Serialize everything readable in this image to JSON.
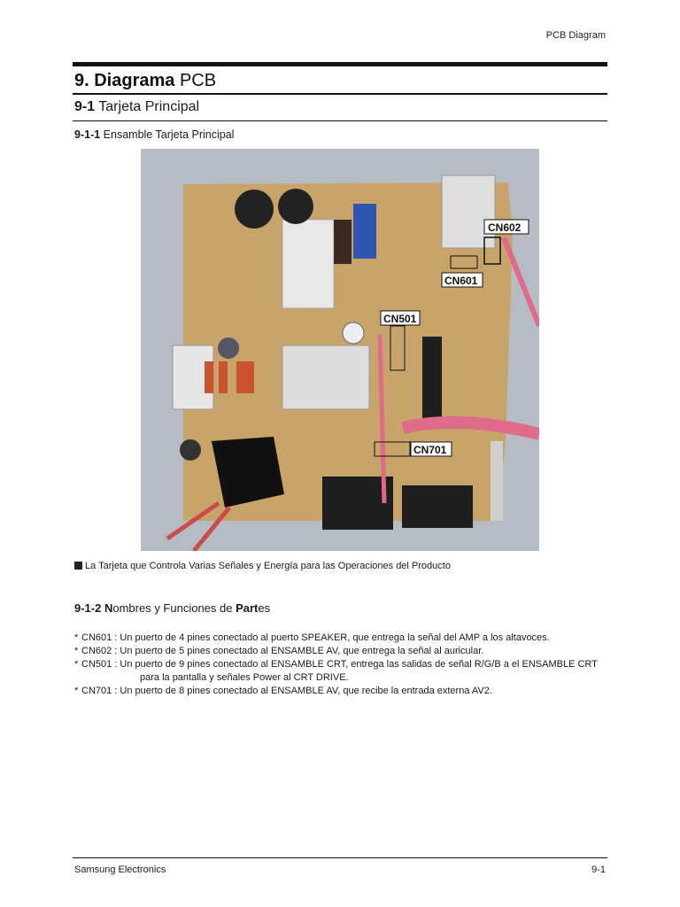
{
  "header": {
    "section_label": "PCB Diagram"
  },
  "title": {
    "num": "9. Diagram",
    "bold_tail": "a",
    "rest": " PCB"
  },
  "subsection": {
    "num": "9-1",
    "text": " Tarjeta Principal"
  },
  "subsubsection": {
    "num": "9-1-1",
    "text": " Ensamble Tarjeta Principal"
  },
  "photo": {
    "labels": [
      "CN602",
      "CN601",
      "CN501",
      "CN701"
    ],
    "colors": {
      "board": "#c8a36a",
      "background": "#b5bcc3",
      "cable": "#e06a8a"
    }
  },
  "caption": "La Tarjeta que Controla Varias Señales y Energía para las Operaciones del Producto",
  "parts_heading": {
    "num": "9-1-2 ",
    "n": "N",
    "mid": "ombres y Funciones de ",
    "b1": "Part",
    "end": "es"
  },
  "parts": [
    {
      "star": "*",
      "text": "CN601 : Un puerto de 4 pines conectado al puerto SPEAKER, que entrega la señal del AMP a los altavoces."
    },
    {
      "star": "*",
      "text": "CN602 : Un puerto de 5 pines conectado al ENSAMBLE AV, que entrega la señal al auricular."
    },
    {
      "star": "*",
      "text": "CN501 : Un puerto de 9 pines conectado al ENSAMBLE CRT, entrega las salidas de señal R/G/B a el ENSAMBLE CRT"
    },
    {
      "star": "",
      "text": "para la pantalla y señales Power al CRT DRIVE."
    },
    {
      "star": "*",
      "text": "CN701 : Un puerto de 8 pines conectado al ENSAMBLE AV, que recibe la entrada externa AV2."
    }
  ],
  "footer": {
    "company": "Samsung Electronics",
    "page": "9-1"
  }
}
